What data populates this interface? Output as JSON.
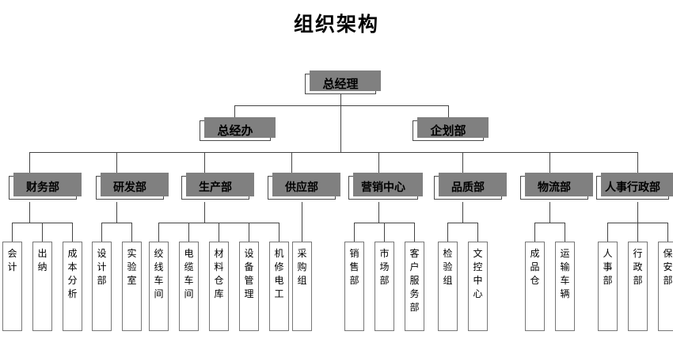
{
  "title": "组织架构",
  "colors": {
    "box_fill": "#ffffff",
    "box_border": "#4a4a4a",
    "leaf_border": "#777777",
    "shadow": "#808080",
    "line": "#444444",
    "text": "#000000"
  },
  "chart_data": {
    "type": "diagram",
    "diagram_type": "org-chart",
    "title": "组织架构",
    "levels": 4,
    "root": "总经理"
  },
  "nodes": {
    "level1": [
      {
        "id": "gm",
        "label": "总经理"
      }
    ],
    "level2": [
      {
        "id": "gmo",
        "label": "总经办"
      },
      {
        "id": "planning",
        "label": "企划部"
      }
    ],
    "level3": [
      {
        "id": "finance",
        "label": "财务部"
      },
      {
        "id": "rnd",
        "label": "研发部"
      },
      {
        "id": "production",
        "label": "生产部"
      },
      {
        "id": "supply",
        "label": "供应部"
      },
      {
        "id": "marketing",
        "label": "营销中心"
      },
      {
        "id": "quality",
        "label": "品质部"
      },
      {
        "id": "logistics",
        "label": "物流部"
      },
      {
        "id": "hr",
        "label": "人事行政部"
      }
    ],
    "level4": [
      {
        "id": "accounting",
        "parent": "finance",
        "label": "会计"
      },
      {
        "id": "cashier",
        "parent": "finance",
        "label": "出纳"
      },
      {
        "id": "cost-analysis",
        "parent": "finance",
        "label": "成本分析"
      },
      {
        "id": "design",
        "parent": "rnd",
        "label": "设计部"
      },
      {
        "id": "laboratory",
        "parent": "rnd",
        "label": "实验室"
      },
      {
        "id": "stranding",
        "parent": "production",
        "label": "绞线车间"
      },
      {
        "id": "cable-workshop",
        "parent": "production",
        "label": "电缆车间"
      },
      {
        "id": "material-store",
        "parent": "production",
        "label": "材料仓库"
      },
      {
        "id": "equipment-mgmt",
        "parent": "production",
        "label": "设备管理"
      },
      {
        "id": "maintenance",
        "parent": "production",
        "label": "机修电工"
      },
      {
        "id": "purchasing",
        "parent": "supply",
        "label": "采购组"
      },
      {
        "id": "sales",
        "parent": "marketing",
        "label": "销售部"
      },
      {
        "id": "market",
        "parent": "marketing",
        "label": "市场部"
      },
      {
        "id": "customer-service",
        "parent": "marketing",
        "label": "客户服务部"
      },
      {
        "id": "inspection",
        "parent": "quality",
        "label": "检验组"
      },
      {
        "id": "doc-control",
        "parent": "quality",
        "label": "文控中心"
      },
      {
        "id": "finished-goods",
        "parent": "logistics",
        "label": "成品仓"
      },
      {
        "id": "transport",
        "parent": "logistics",
        "label": "运输车辆"
      },
      {
        "id": "personnel",
        "parent": "hr",
        "label": "人事部"
      },
      {
        "id": "administration",
        "parent": "hr",
        "label": "行政部"
      },
      {
        "id": "security",
        "parent": "hr",
        "label": "保安部"
      }
    ]
  }
}
